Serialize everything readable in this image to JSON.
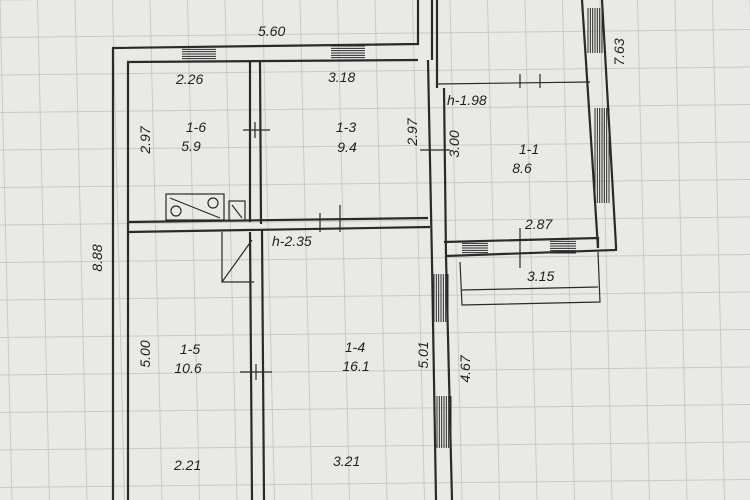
{
  "plan": {
    "top_width": "5.60",
    "total_height": "8.88",
    "rooms": [
      {
        "id": "1-6",
        "area": "5.9",
        "width": "2.26",
        "height": "2.97"
      },
      {
        "id": "1-3",
        "area": "9.4",
        "width": "3.18",
        "height": "2.97"
      },
      {
        "id": "1-1",
        "area": "8.6",
        "width": "2.87",
        "height": "3.00",
        "ceiling": "h-1.98"
      },
      {
        "id": "1-5",
        "area": "10.6",
        "width": "2.21",
        "height": "5.00"
      },
      {
        "id": "1-4",
        "area": "16.1",
        "width": "3.21",
        "height": "5.01",
        "ceiling": "h-2.35"
      }
    ],
    "annex_height": "7.63",
    "annex_bottom_width": "3.15",
    "annex_lower_height": "4.67"
  }
}
